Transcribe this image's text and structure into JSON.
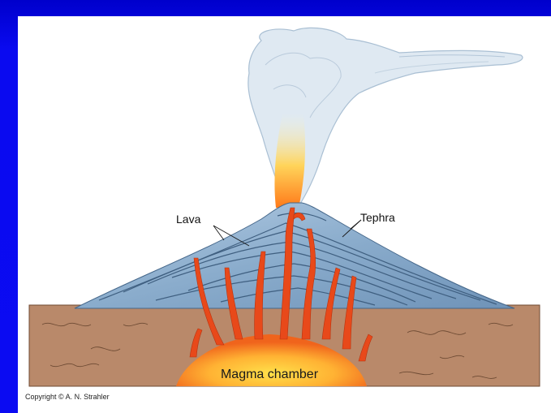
{
  "labels": {
    "lava": "Lava",
    "tephra": "Tephra",
    "magma_chamber": "Magma chamber"
  },
  "copyright": "Copyright © A. N. Strahler",
  "colors": {
    "background": "#0b0bf2",
    "panel": "#ffffff",
    "ground": "#b08060",
    "cone": "#8eb4d6",
    "cone_stripe": "#3f5f80",
    "lava": "#e84a1a",
    "magma_core": "#ffd23a",
    "plume": "#d9e6f0"
  }
}
